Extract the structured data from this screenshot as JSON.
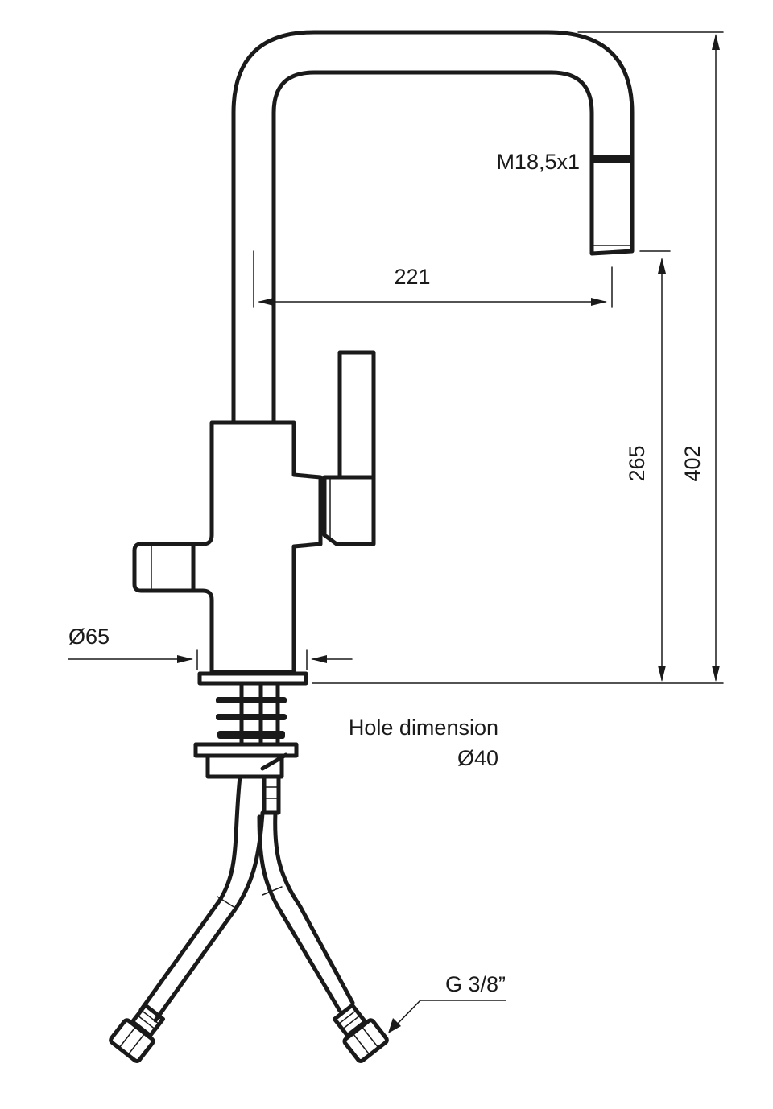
{
  "labels": {
    "thread": "M18,5x1",
    "reach": "221",
    "height_outlet": "265",
    "height_total": "402",
    "base_diameter": "Ø65",
    "hole_title": "Hole dimension",
    "hole_value": "Ø40",
    "connection": "G 3/8”"
  },
  "colors": {
    "line": "#1a1a1a",
    "background": "#ffffff"
  }
}
